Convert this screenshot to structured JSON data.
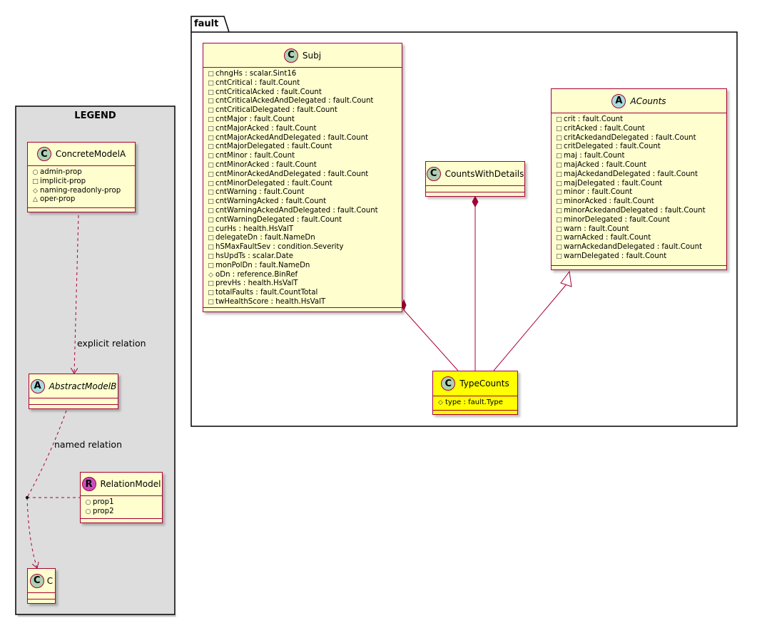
{
  "legend": {
    "title": "LEGEND",
    "concrete": {
      "name": "ConcreteModelA",
      "stereotype": "C",
      "props": [
        {
          "vis": "+",
          "text": "admin-prop"
        },
        {
          "vis": "-",
          "text": "implicit-prop"
        },
        {
          "vis": "#",
          "text": "naming-readonly-prop"
        },
        {
          "vis": "~",
          "text": "oper-prop"
        }
      ]
    },
    "abstract": {
      "name": "AbstractModelB",
      "stereotype": "A"
    },
    "relation": {
      "name": "RelationModel",
      "stereotype": "R",
      "props": [
        {
          "vis": "+",
          "text": "prop1"
        },
        {
          "vis": "+",
          "text": "prop2"
        }
      ]
    },
    "c": {
      "name": "C",
      "stereotype": "C"
    },
    "explicit_label": "explicit relation",
    "named_label": "named relation"
  },
  "package": {
    "name": "fault"
  },
  "subj": {
    "name": "Subj",
    "stereotype": "C",
    "props": [
      {
        "vis": "-",
        "text": "chngHs : scalar.Sint16"
      },
      {
        "vis": "-",
        "text": "cntCritical : fault.Count"
      },
      {
        "vis": "-",
        "text": "cntCriticalAcked : fault.Count"
      },
      {
        "vis": "-",
        "text": "cntCriticalAckedAndDelegated : fault.Count"
      },
      {
        "vis": "-",
        "text": "cntCriticalDelegated : fault.Count"
      },
      {
        "vis": "-",
        "text": "cntMajor : fault.Count"
      },
      {
        "vis": "-",
        "text": "cntMajorAcked : fault.Count"
      },
      {
        "vis": "-",
        "text": "cntMajorAckedAndDelegated : fault.Count"
      },
      {
        "vis": "-",
        "text": "cntMajorDelegated : fault.Count"
      },
      {
        "vis": "-",
        "text": "cntMinor : fault.Count"
      },
      {
        "vis": "-",
        "text": "cntMinorAcked : fault.Count"
      },
      {
        "vis": "-",
        "text": "cntMinorAckedAndDelegated : fault.Count"
      },
      {
        "vis": "-",
        "text": "cntMinorDelegated : fault.Count"
      },
      {
        "vis": "-",
        "text": "cntWarning : fault.Count"
      },
      {
        "vis": "-",
        "text": "cntWarningAcked : fault.Count"
      },
      {
        "vis": "-",
        "text": "cntWarningAckedAndDelegated : fault.Count"
      },
      {
        "vis": "-",
        "text": "cntWarningDelegated : fault.Count"
      },
      {
        "vis": "-",
        "text": "curHs : health.HsValT"
      },
      {
        "vis": "-",
        "text": "delegateDn : fault.NameDn"
      },
      {
        "vis": "-",
        "text": "hSMaxFaultSev : condition.Severity"
      },
      {
        "vis": "-",
        "text": "hsUpdTs : scalar.Date"
      },
      {
        "vis": "-",
        "text": "monPolDn : fault.NameDn"
      },
      {
        "vis": "#",
        "text": "oDn : reference.BinRef"
      },
      {
        "vis": "-",
        "text": "prevHs : health.HsValT"
      },
      {
        "vis": "-",
        "text": "totalFaults : fault.CountTotal"
      },
      {
        "vis": "-",
        "text": "twHealthScore : health.HsValT"
      }
    ]
  },
  "cwd": {
    "name": "CountsWithDetails",
    "stereotype": "C"
  },
  "acounts": {
    "name": "ACounts",
    "stereotype": "A",
    "props": [
      {
        "vis": "-",
        "text": "crit : fault.Count"
      },
      {
        "vis": "-",
        "text": "critAcked : fault.Count"
      },
      {
        "vis": "-",
        "text": "critAckedandDelegated : fault.Count"
      },
      {
        "vis": "-",
        "text": "critDelegated : fault.Count"
      },
      {
        "vis": "-",
        "text": "maj : fault.Count"
      },
      {
        "vis": "-",
        "text": "majAcked : fault.Count"
      },
      {
        "vis": "-",
        "text": "majAckedandDelegated : fault.Count"
      },
      {
        "vis": "-",
        "text": "majDelegated : fault.Count"
      },
      {
        "vis": "-",
        "text": "minor : fault.Count"
      },
      {
        "vis": "-",
        "text": "minorAcked : fault.Count"
      },
      {
        "vis": "-",
        "text": "minorAckedandDelegated : fault.Count"
      },
      {
        "vis": "-",
        "text": "minorDelegated : fault.Count"
      },
      {
        "vis": "-",
        "text": "warn : fault.Count"
      },
      {
        "vis": "-",
        "text": "warnAcked : fault.Count"
      },
      {
        "vis": "-",
        "text": "warnAckedandDelegated : fault.Count"
      },
      {
        "vis": "-",
        "text": "warnDelegated : fault.Count"
      }
    ]
  },
  "typecounts": {
    "name": "TypeCounts",
    "stereotype": "C",
    "props": [
      {
        "vis": "#",
        "text": "type : fault.Type"
      }
    ]
  },
  "colors": {
    "class_fill": "#FEFECE",
    "class_border": "#A80036",
    "highlight": "#FFFF00",
    "legend_fill": "#DDDDDD"
  }
}
